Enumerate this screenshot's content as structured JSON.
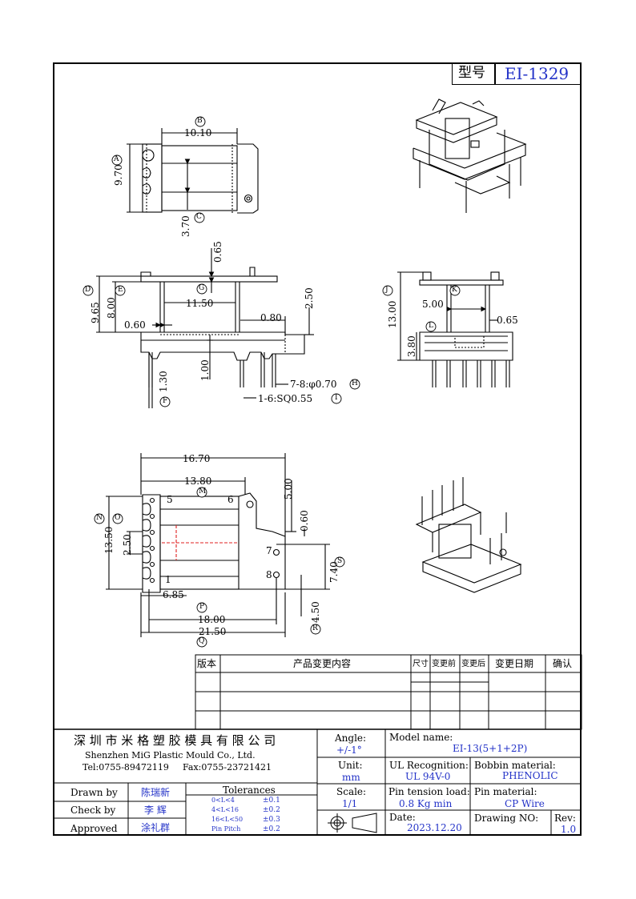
{
  "model_box": {
    "label": "型号",
    "value": "EI-1329"
  },
  "dims": {
    "B": "10.10",
    "A": "9.70",
    "C": "3.70",
    "top_065": "0.65",
    "D": "9.65",
    "E": "8.00",
    "G": "11.50",
    "d060": "0.60",
    "d080": "0.80",
    "d250": "2.50",
    "d100": "1.00",
    "F": "1.30",
    "H": "7-8:φ0.70",
    "I": "1-6:SQ0.55",
    "J": "13.00",
    "K": "5.00",
    "d065b": "0.65",
    "L": "3.80",
    "d1670": "16.70",
    "M": "13.80",
    "N": "13.50",
    "O": "2.50",
    "d500": "5.00",
    "d060b": "0.60",
    "S": "7.40",
    "d685": "6.85",
    "P": "18.00",
    "R": "4.50",
    "Q": "21.50"
  },
  "markers": [
    "A",
    "B",
    "C",
    "D",
    "E",
    "F",
    "G",
    "H",
    "I",
    "J",
    "K",
    "L",
    "M",
    "N",
    "O",
    "P",
    "Q",
    "R",
    "S"
  ],
  "pins": [
    "1",
    "5",
    "6",
    "7",
    "8"
  ],
  "revision_table": {
    "headers": [
      "版本",
      "产品变更内容",
      "尺寸",
      "变更前",
      "变更后",
      "变更日期",
      "确认"
    ]
  },
  "company": {
    "name_cn": "深 圳 市 米 格 塑 胶 模 具 有 限 公 司",
    "name_en": "Shenzhen MiG Plastic Mould Co., Ltd.",
    "tel": "Tel:0755-89472119",
    "fax": "Fax:0755-23721421"
  },
  "title_block": {
    "angle_label": "Angle:",
    "angle_value": "+/-1°",
    "unit_label": "Unit:",
    "unit_value": "mm",
    "scale_label": "Scale:",
    "scale_value": "1/1",
    "model_name_label": "Model name:",
    "model_name_value": "EI-13(5+1+2P)",
    "ul_label": "UL Recognition:",
    "ul_value": "UL 94V-0",
    "bobbin_label": "Bobbin material:",
    "bobbin_value": "PHENOLIC",
    "pin_tension_label": "Pin tension load:",
    "pin_tension_value": "0.8 Kg min",
    "pin_material_label": "Pin material:",
    "pin_material_value": "CP Wire",
    "date_label": "Date:",
    "date_value": "2023.12.20",
    "drawing_no_label": "Drawing NO:",
    "rev_label": "Rev:",
    "rev_value": "1.0",
    "drawn_by_label": "Drawn by",
    "drawn_by_value": "陈瑞新",
    "check_by_label": "Check by",
    "check_by_value": "李 辉",
    "approved_label": "Approved",
    "approved_value": "涂礼群",
    "tolerances_label": "Tolerances",
    "tolerances": [
      {
        "range": "0<L<4",
        "tol": "±0.1"
      },
      {
        "range": "4<L<16",
        "tol": "±0.2"
      },
      {
        "range": "16<L<50",
        "tol": "±0.3"
      },
      {
        "range": "Pin Pitch",
        "tol": "±0.2"
      }
    ]
  }
}
